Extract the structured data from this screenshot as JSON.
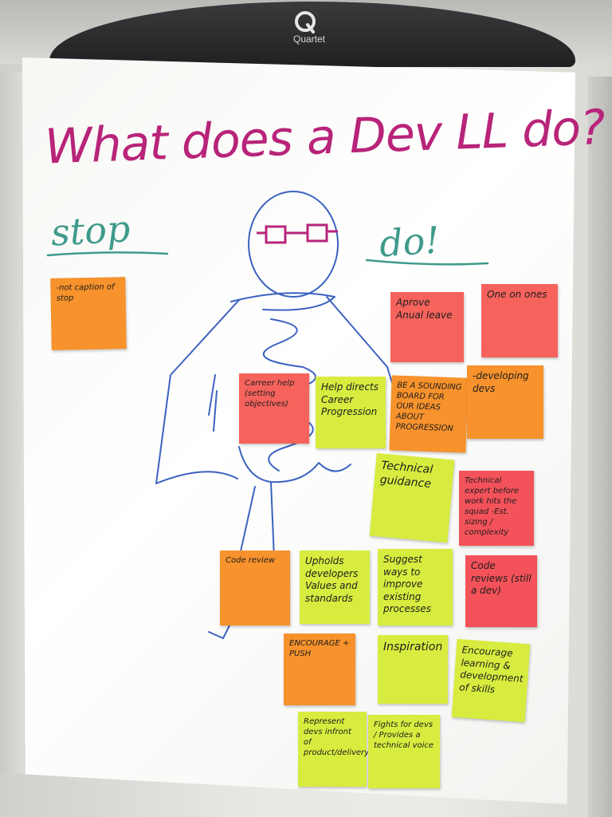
{
  "easel": {
    "brand": "Quartet"
  },
  "title": "What does a Dev LL do?",
  "columns": {
    "stop": "stop",
    "do": "do!"
  },
  "colors": {
    "title": "#b8247a",
    "column_headings": "#3f9a8b",
    "drawing": "#3c62c0",
    "sticky_orange": "#f7922c",
    "sticky_pink": "#f6635c",
    "sticky_lime": "#d7ec3f"
  },
  "stickies": {
    "not_caption": "-not caption of stop",
    "aprove_leave": "Aprove Anual leave",
    "one_on_ones": "One on ones",
    "career_help": "Carreer help (setting objectives)",
    "help_career_progression": "Help directs Career Progression",
    "sounding_board": "BE A SOUNDING BOARD FOR OUR IDEAS ABOUT PROGRESSION",
    "developing_devs": "-developing devs",
    "technical_guidance": "Technical guidance",
    "technical_expert": "Technical expert before work hits the squad -Est. sizing / complexity",
    "code_review": "Code review",
    "upholds_values": "Upholds developers Values and standards",
    "suggest_ways": "Suggest ways to improve existing processes",
    "code_reviews_dev": "Code reviews (still a dev)",
    "encourage_push": "ENCOURAGE + PUSH",
    "inspiration": "Inspiration",
    "encourage_learning": "Encourage learning & development of skills",
    "represent_devs": "Represent devs infront of product/delivery",
    "fights_for_devs": "Fights for devs / Provides a technical voice"
  }
}
